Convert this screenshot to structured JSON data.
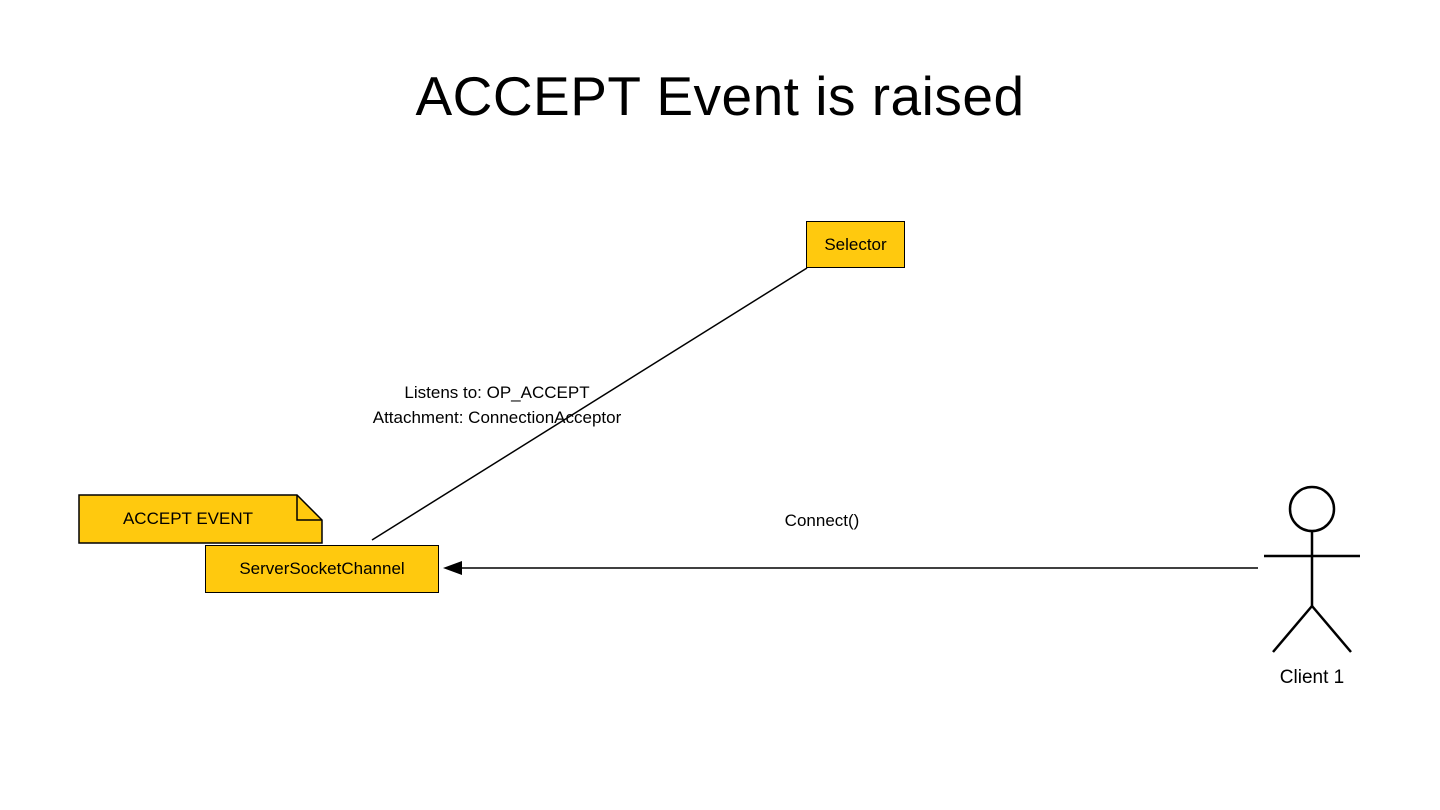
{
  "diagram": {
    "title": "ACCEPT Event is raised",
    "colors": {
      "background": "#FFFFFF",
      "node_fill": "#FFC90E",
      "node_border": "#000000",
      "line_color": "#000000"
    },
    "nodes": {
      "selector": {
        "label": "Selector"
      },
      "accept_event_note": {
        "label": "ACCEPT EVENT"
      },
      "server_socket_channel": {
        "label": "ServerSocketChannel"
      }
    },
    "edges": {
      "selector_to_channel": {
        "label_line1": "Listens to: OP_ACCEPT",
        "label_line2": "Attachment: ConnectionAcceptor"
      },
      "client_to_channel": {
        "label": "Connect()"
      }
    },
    "actor": {
      "label": "Client 1"
    }
  }
}
